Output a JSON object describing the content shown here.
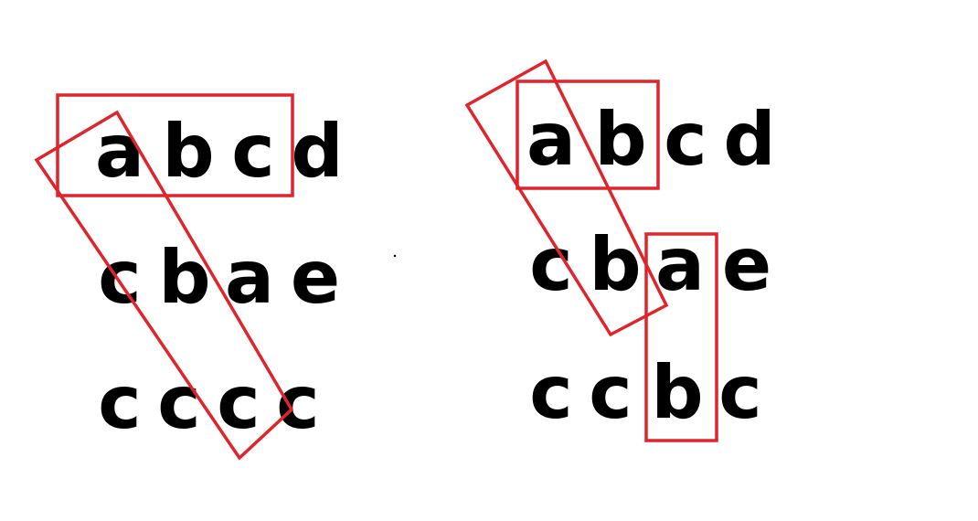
{
  "left_grid": {
    "rows": [
      [
        "a",
        "b",
        "c",
        "d"
      ],
      [
        "c",
        "b",
        "a",
        "e"
      ],
      [
        "c",
        "c",
        "c",
        "c"
      ]
    ]
  },
  "right_grid": {
    "rows": [
      [
        "a",
        "b",
        "c",
        "d"
      ],
      [
        "c",
        "b",
        "a",
        "e"
      ],
      [
        "c",
        "c",
        "b",
        "c"
      ]
    ]
  },
  "colors": {
    "annotation": "#e0242c",
    "text": "#000000"
  }
}
